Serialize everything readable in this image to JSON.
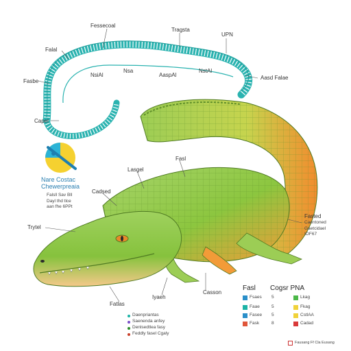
{
  "labels": {
    "top_center": "Fessecoal",
    "top_mid": "Tragsta",
    "top_right": "UPN",
    "left_upper": "Falal",
    "left_mid": "Fasbe",
    "left_lower": "Capel",
    "inner_1": "NsiAl",
    "inner_2": "Nsa",
    "inner_3": "AaspAl",
    "inner_4": "NstAl",
    "right_of_spine": "Aasd Falae",
    "body_left": "Lasgel",
    "body_right": "Fasl",
    "head_upper": "Cadsed",
    "snout": "Trytel",
    "jaw": "Fatlas",
    "belly": "Iyaeh",
    "tail_low": "Casson"
  },
  "right_note": [
    "Fasted",
    "Caentoned",
    "Gaetcidael",
    "IOF67"
  ],
  "logo_text": [
    "Nare Costac",
    "Chewerpreaia"
  ],
  "left_note": [
    "Falsll Sav Bll",
    "Dayl thd tlce",
    "aan fhe 6PPt"
  ],
  "bottom_notes": [
    {
      "text": "Daenpriantas",
      "color": "#1bb3a6"
    },
    {
      "text": "Saenenda anfey",
      "color": "#7a4fc9"
    },
    {
      "text": "Denlsedtlea fasy",
      "color": "#2a8c2a"
    },
    {
      "text": "Feddly fasel Cgaly",
      "color": "#c9402a"
    }
  ],
  "legend": {
    "title_a": "Fasl",
    "title_b": "Cogsr PNA",
    "left_rows": [
      {
        "label": "Fsaes",
        "value": "5",
        "color": "#2a8fc9"
      },
      {
        "label": "Faae",
        "value": "5",
        "color": "#1bb3a6"
      },
      {
        "label": "Fasee",
        "value": "5",
        "color": "#2a8fc9"
      },
      {
        "label": "Fask",
        "value": "8",
        "color": "#e0563a"
      }
    ],
    "right_rows": [
      {
        "label": "Lkag",
        "color": "#4cb848"
      },
      {
        "label": "Fkag",
        "color": "#f0d23a"
      },
      {
        "label": "CstlAA",
        "color": "#f0d23a"
      },
      {
        "label": "Cadad",
        "color": "#d93a3a"
      }
    ]
  },
  "footer": "Fausang Ff Cla Eusang",
  "colors": {
    "spine": "#2bb3b0",
    "croc_green": "#8cc63f",
    "croc_orange": "#f29b38",
    "croc_belly": "#f5c98a"
  }
}
